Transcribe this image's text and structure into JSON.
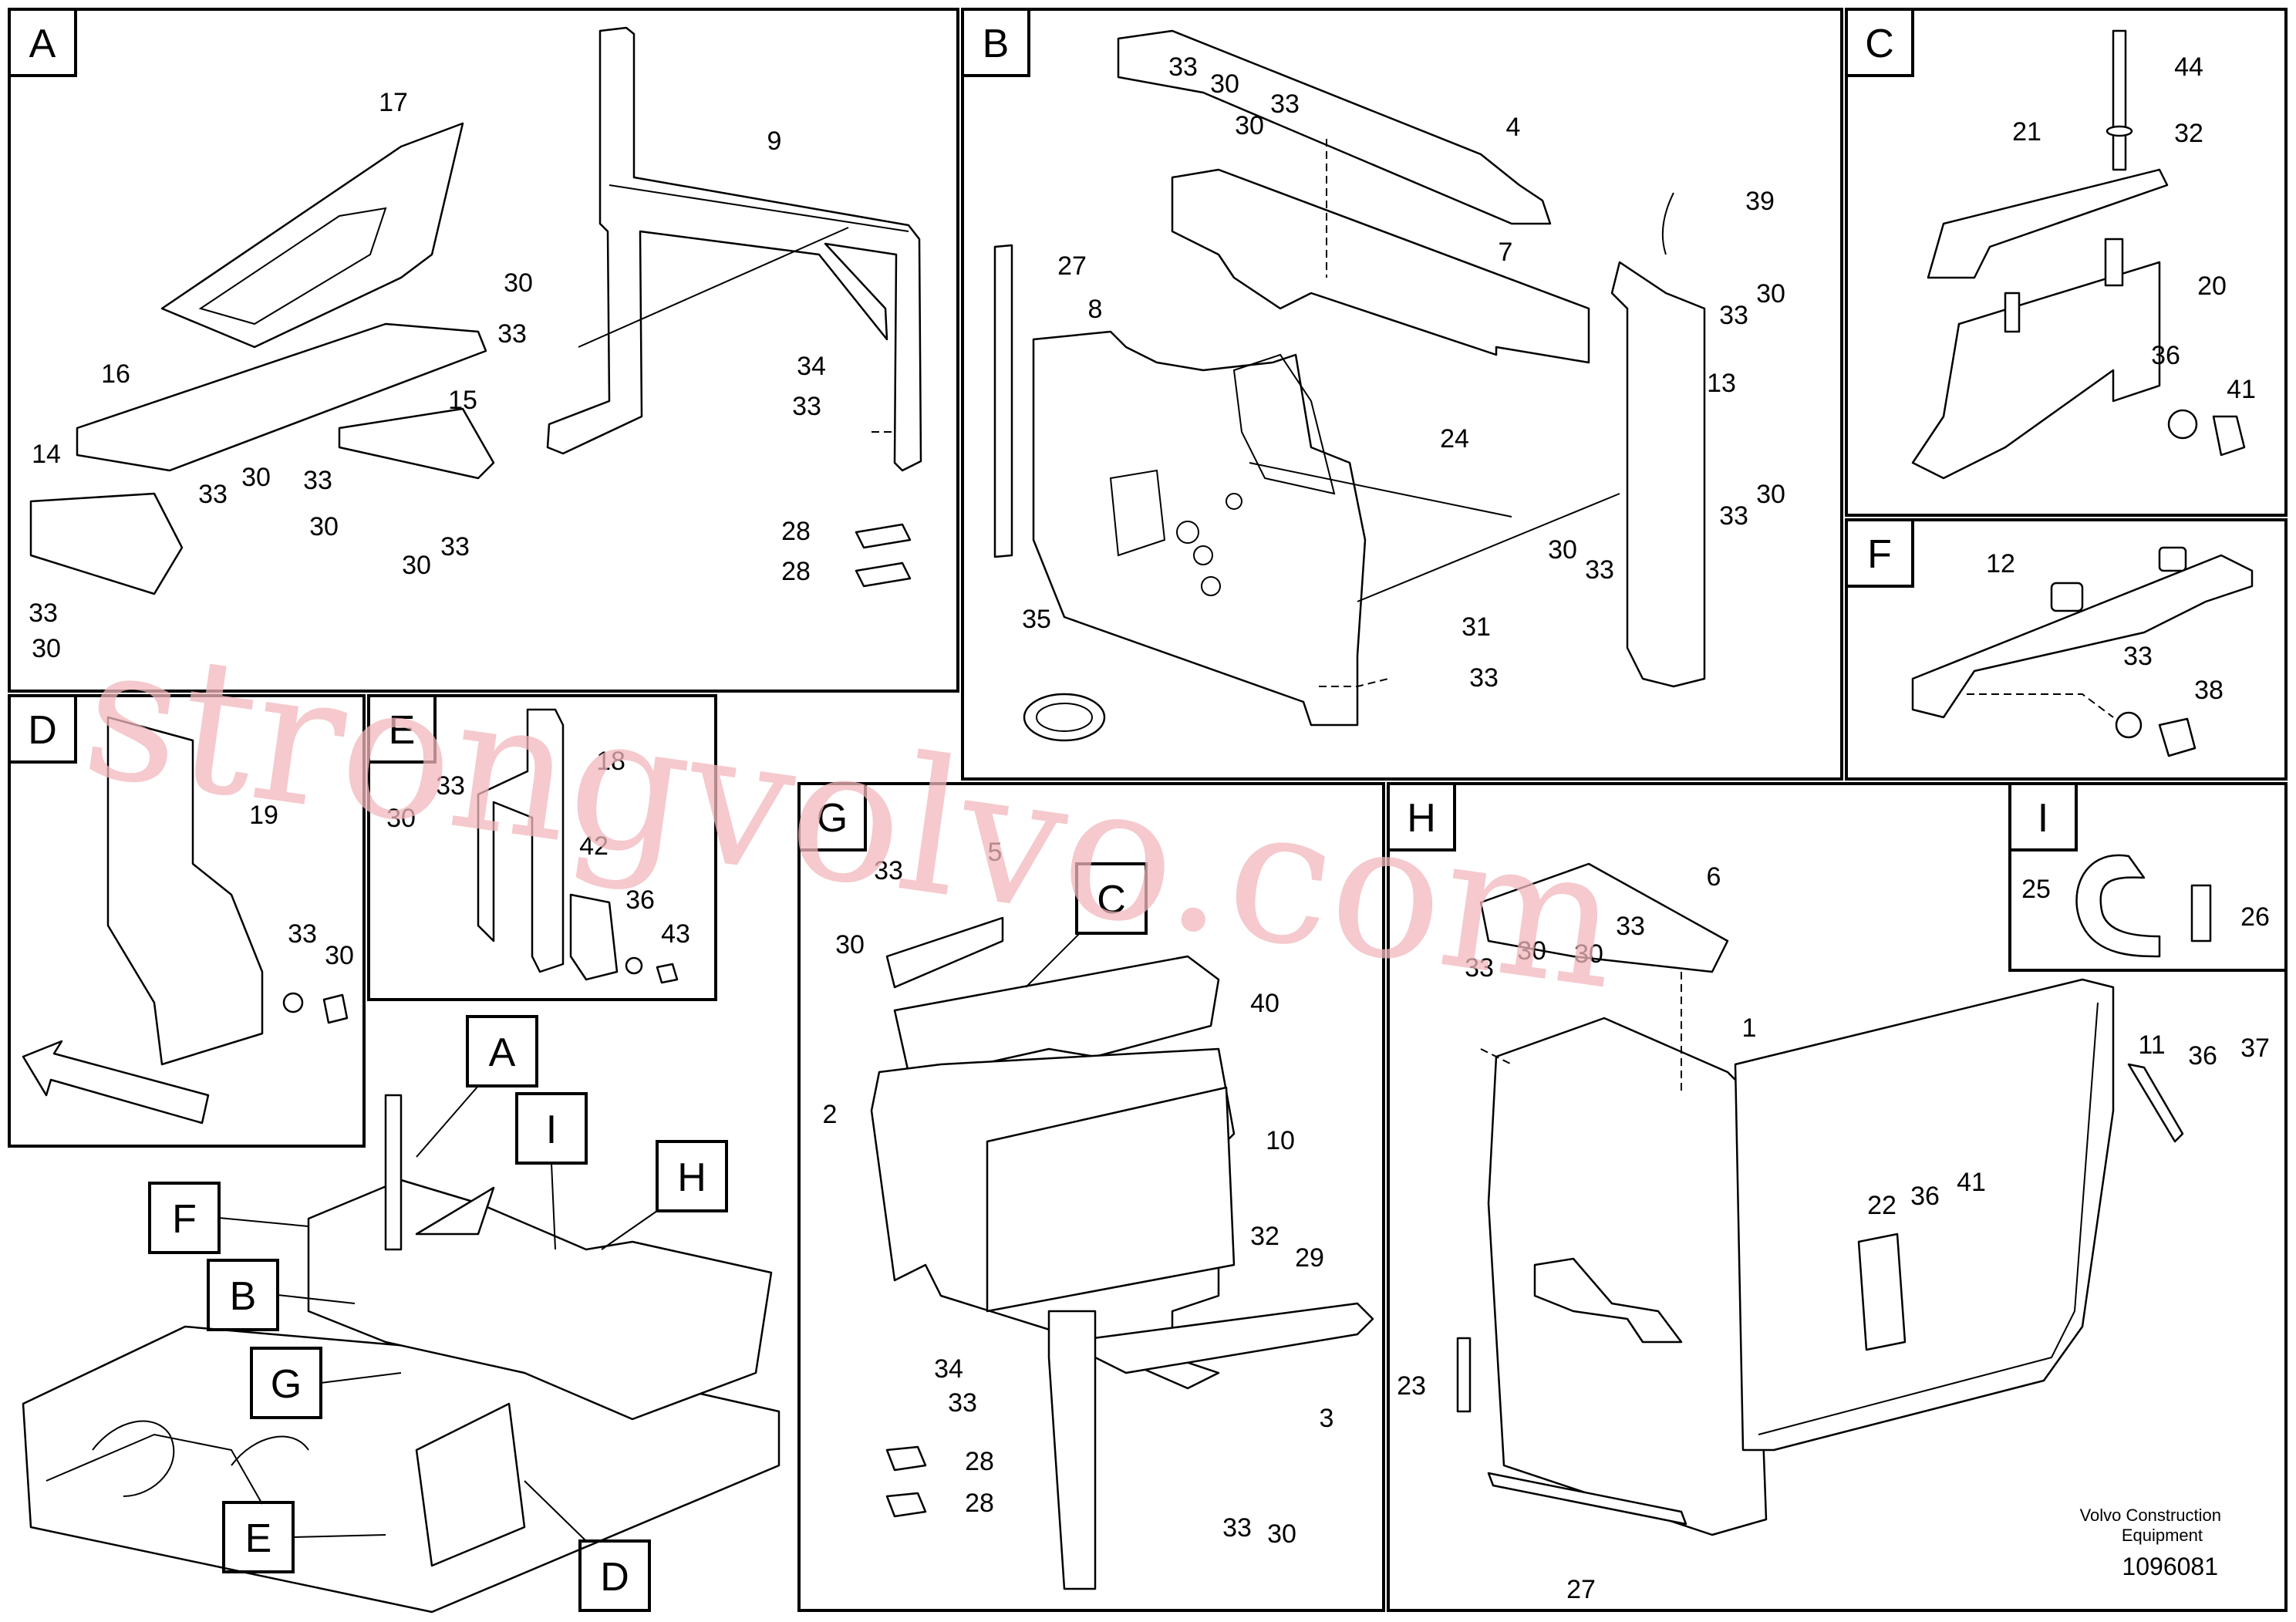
{
  "panels": [
    {
      "id": "A",
      "labels": [
        "17",
        "9",
        "16",
        "14",
        "15",
        "30",
        "33",
        "34",
        "33",
        "28",
        "28",
        "33",
        "30",
        "33",
        "30",
        "30",
        "33",
        "33",
        "30"
      ]
    },
    {
      "id": "B",
      "labels": [
        "33",
        "30",
        "33",
        "30",
        "4",
        "7",
        "39",
        "27",
        "8",
        "13",
        "24",
        "35",
        "30",
        "33",
        "31",
        "33",
        "33",
        "30",
        "33",
        "30"
      ]
    },
    {
      "id": "C",
      "labels": [
        "44",
        "21",
        "32",
        "20",
        "36",
        "41"
      ]
    },
    {
      "id": "D",
      "labels": [
        "19",
        "33",
        "30"
      ]
    },
    {
      "id": "E",
      "labels": [
        "18",
        "33",
        "30",
        "42",
        "36",
        "43"
      ]
    },
    {
      "id": "F",
      "labels": [
        "12",
        "33",
        "38"
      ]
    },
    {
      "id": "G",
      "labels": [
        "5",
        "33",
        "30",
        "40",
        "2",
        "10",
        "32",
        "29",
        "34",
        "33",
        "28",
        "28",
        "3",
        "33",
        "30"
      ]
    },
    {
      "id": "H",
      "labels": [
        "6",
        "33",
        "30",
        "30",
        "33",
        "1",
        "11",
        "36",
        "37",
        "22",
        "36",
        "41",
        "23",
        "27"
      ]
    },
    {
      "id": "I",
      "labels": [
        "25",
        "26"
      ]
    }
  ],
  "overview_callouts": [
    "A",
    "F",
    "I",
    "H",
    "B",
    "G",
    "E",
    "D"
  ],
  "detail_callout": "C",
  "watermark": "strongvolvo.com",
  "footer": {
    "company": "Volvo Construction",
    "company2": "Equipment",
    "number": "1096081"
  }
}
